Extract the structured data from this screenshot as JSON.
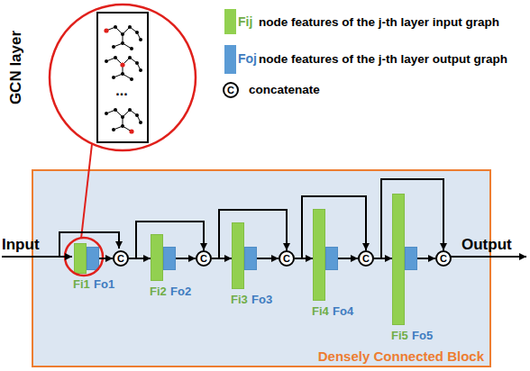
{
  "diagram": {
    "nodes": [
      {
        "text": [
          "Densely Connected Block"
        ]
      },
      {
        "text": [
          "Fi1"
        ],
        "in": 0
      },
      {
        "text": [
          "Fo1"
        ],
        "in": 0
      },
      {
        "text": [
          "C"
        ],
        "in": 0
      },
      {
        "text": [
          "Fi2"
        ],
        "in": 0
      },
      {
        "text": [
          "Fo2"
        ],
        "in": 0
      },
      {
        "text": [
          "C"
        ],
        "in": 0
      },
      {
        "text": [
          "Fi3"
        ],
        "in": 0
      },
      {
        "text": [
          "Fo3"
        ],
        "in": 0
      },
      {
        "text": [
          "C"
        ],
        "in": 0
      },
      {
        "text": [
          "Fi4"
        ],
        "in": 0
      },
      {
        "text": [
          "Fo4"
        ],
        "in": 0
      },
      {
        "text": [
          "C"
        ],
        "in": 0
      },
      {
        "text": [
          "Fi5"
        ],
        "in": 0
      },
      {
        "text": [
          "Fo5"
        ],
        "in": 0
      },
      {
        "text": [
          "C"
        ],
        "in": 0
      }
    ],
    "edges": [
      {
        "from": 2,
        "to": 3,
        "arrow": "to"
      },
      {
        "from": 3,
        "to": 4,
        "arrow": "to"
      },
      {
        "from": 3,
        "to": 6,
        "arrow": "to"
      },
      {
        "from": 5,
        "to": 6,
        "arrow": "to"
      },
      {
        "from": 6,
        "to": 7,
        "arrow": "to"
      },
      {
        "from": 6,
        "to": 9,
        "arrow": "to"
      },
      {
        "from": 8,
        "to": 9,
        "arrow": "to"
      },
      {
        "from": 9,
        "to": 10,
        "arrow": "to"
      },
      {
        "from": 9,
        "to": 12,
        "arrow": "to"
      },
      {
        "from": 11,
        "to": 12,
        "arrow": "to"
      },
      {
        "from": 12,
        "to": 13,
        "arrow": "to"
      },
      {
        "from": 12,
        "to": 15,
        "arrow": "to"
      },
      {
        "from": 14,
        "to": 15,
        "arrow": "to"
      }
    ],
    "labels": [
      "GCN layer",
      "...",
      "Fij",
      "Foj",
      "C",
      "Input",
      "Output"
    ],
    "legend": [
      {
        "text": "node features of the j-th layer input graph",
        "color": "#92d050"
      },
      {
        "text": "node features of the j-th layer output graph",
        "color": "#5b9bd5"
      },
      {
        "text": "concatenate"
      }
    ]
  }
}
